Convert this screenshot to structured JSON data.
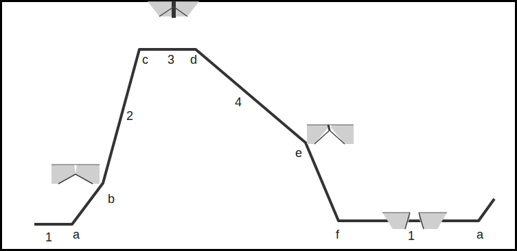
{
  "diagram": {
    "labels": [
      "1",
      "a",
      "b",
      "2",
      "c",
      "3",
      "d",
      "4",
      "e",
      "f",
      "1",
      "a"
    ]
  }
}
